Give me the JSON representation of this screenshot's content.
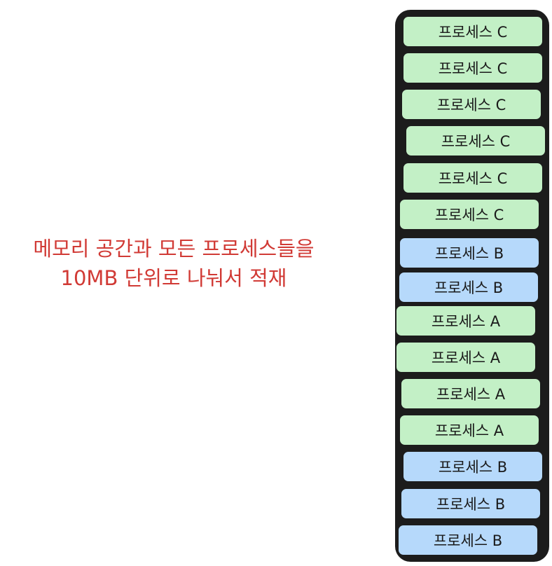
{
  "caption": {
    "line1": "메모리 공간과 모든 프로세스들을",
    "line2": "10MB 단위로 나눠서 적재"
  },
  "colors": {
    "caption": "#d13a35",
    "green_block": "#c3f0c6",
    "blue_block": "#b6d9fb",
    "stack_outline": "#1c1c1c"
  },
  "memory_blocks": [
    {
      "label": "프로세스 C",
      "color": "green"
    },
    {
      "label": "프로세스 C",
      "color": "green"
    },
    {
      "label": "프로세스 C",
      "color": "green"
    },
    {
      "label": "프로세스 C",
      "color": "green"
    },
    {
      "label": "프로세스 C",
      "color": "green"
    },
    {
      "label": "프로세스 C",
      "color": "green"
    },
    {
      "label": "프로세스 B",
      "color": "blue"
    },
    {
      "label": "프로세스 B",
      "color": "blue"
    },
    {
      "label": "프로세스 A",
      "color": "green"
    },
    {
      "label": "프로세스 A",
      "color": "green"
    },
    {
      "label": "프로세스 A",
      "color": "green"
    },
    {
      "label": "프로세스 A",
      "color": "green"
    },
    {
      "label": "프로세스 B",
      "color": "blue"
    },
    {
      "label": "프로세스 B",
      "color": "blue"
    },
    {
      "label": "프로세스 B",
      "color": "blue"
    }
  ]
}
